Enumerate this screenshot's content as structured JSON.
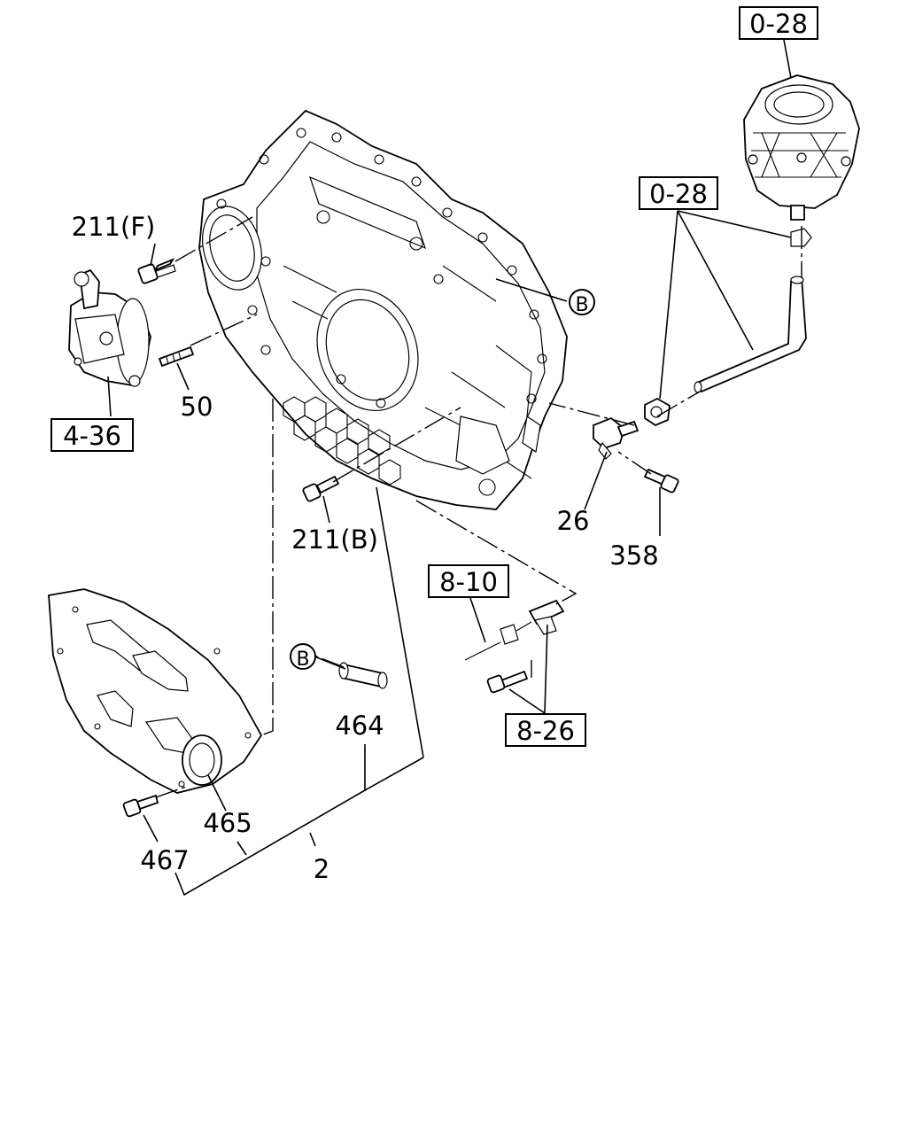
{
  "callouts": {
    "ref_0_28_top": "0-28",
    "ref_0_28_mid": "0-28",
    "ref_4_36": "4-36",
    "ref_8_10": "8-10",
    "ref_8_26": "8-26",
    "part_211f": "211(F)",
    "part_50": "50",
    "part_211b": "211(B)",
    "part_26": "26",
    "part_358": "358",
    "part_464": "464",
    "part_465": "465",
    "part_467": "467",
    "part_2": "2",
    "marker_b_right": "B",
    "marker_b_left": "B"
  }
}
